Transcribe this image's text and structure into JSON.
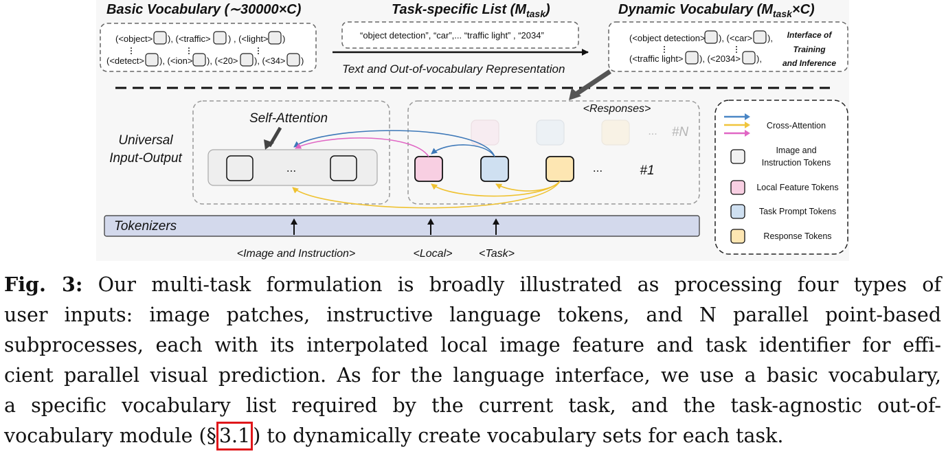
{
  "figure": {
    "top": {
      "basic_title": "Basic Vocabulary (∼30000×C)",
      "basic_row1": [
        "(<object>",
        "), (<traffic>",
        ") , (<light>",
        ")"
      ],
      "basic_row2": [
        "(<detect>",
        "), (<ion>",
        "), (<20>",
        "), (<34>",
        ")"
      ],
      "task_title": "Task-specific  List (M",
      "task_sub": "task",
      "task_title_end": ")",
      "task_list": "“object detection”, “car”,...    “traffic light” , “2034”",
      "arrow_label": "Text and Out-of-vocabulary Representation",
      "dynamic_title": "Dynamic Vocabulary (M",
      "dynamic_sub": "task",
      "dynamic_title_end": "×C)",
      "dynamic_row1": [
        "(<object detection>",
        "), (<car>",
        "),"
      ],
      "dynamic_row2": [
        "(<traffic light>",
        "), (<2034>",
        "),"
      ],
      "interface_lines": [
        "Interface of",
        "Training",
        "and Inference"
      ]
    },
    "bottom": {
      "universal_lines": [
        "Universal",
        "Input-Output"
      ],
      "self_attention": "Self-Attention",
      "responses": "<Responses>",
      "ellipsis_left": "...",
      "ellipsis_right": "...",
      "ellipsis_faded": "...",
      "parallel_n": "#N",
      "parallel_1": "#1",
      "tokenizers": "Tokenizers",
      "input_labels": [
        "<Image and Instruction>",
        "<Local>",
        "<Task>"
      ]
    },
    "legend": {
      "items": [
        {
          "label": "Cross-Attention"
        },
        {
          "label_lines": [
            "Image and",
            "Instruction Tokens"
          ],
          "color": "#f2f2f2"
        },
        {
          "label": "Local Feature Tokens",
          "color": "#f8cfe2"
        },
        {
          "label": "Task Prompt Tokens",
          "color": "#cfe0f1"
        },
        {
          "label": "Response Tokens",
          "color": "#fde6b2"
        }
      ],
      "arrow_colors": [
        "#4a86c5",
        "#f0c53c",
        "#e066c4"
      ]
    }
  },
  "caption": {
    "label": "Fig. 3:",
    "lines": [
      " Our multi-task formulation is broadly illustrated as processing four types of",
      "user inputs: image patches, instructive language tokens, and N parallel point-based",
      "subprocesses, each with its interpolated local image feature and task identifier for effi-",
      "cient parallel visual prediction. As for the language interface, we use a basic vocabulary,",
      "a specific vocabulary list required by the current task, and the task-agnostic out-of-"
    ],
    "last_before": "vocabulary module (§",
    "ref": "3.1",
    "last_after": ") to dynamically create vocabulary sets for each task."
  }
}
